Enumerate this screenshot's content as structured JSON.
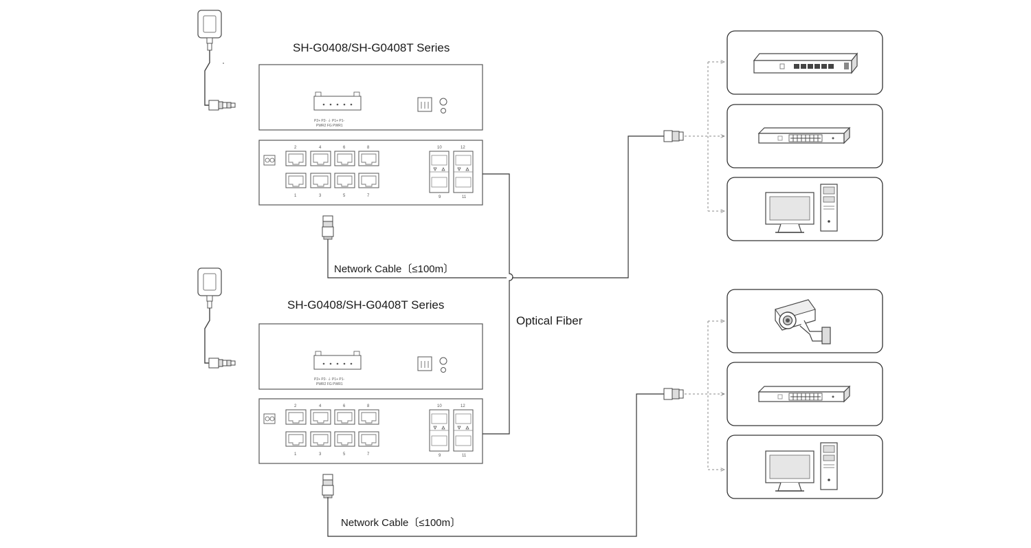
{
  "switches": [
    {
      "title": "SH-G0408/SH-G0408T Series"
    },
    {
      "title": "SH-G0408/SH-G0408T Series"
    }
  ],
  "cables": [
    {
      "label": "Network Cable〔≤100m〕"
    },
    {
      "label": "Network Cable〔≤100m〕"
    }
  ],
  "fiber": {
    "label": "Optical Fiber"
  },
  "panel_marks": {
    "terminal": "P2+ P2-  ⏚  P1+ P1-",
    "terminal_sub": "PWR2  FG  PWR1",
    "port_top": [
      "2",
      "4",
      "6",
      "8"
    ],
    "port_bottom": [
      "1",
      "3",
      "5",
      "7"
    ],
    "sfp_top": [
      "10",
      "12"
    ],
    "sfp_bottom": [
      "9",
      "11"
    ]
  },
  "device_groups": [
    {
      "devices": [
        {
          "icon": "network-switch-icon"
        },
        {
          "icon": "poe-switch-icon"
        },
        {
          "icon": "desktop-computer-icon"
        }
      ]
    },
    {
      "devices": [
        {
          "icon": "cctv-camera-icon"
        },
        {
          "icon": "poe-switch-icon"
        },
        {
          "icon": "desktop-computer-icon"
        }
      ]
    }
  ],
  "colors": {
    "line": "#333333",
    "dashed": "#888888",
    "outline": "#555555",
    "text": "#1a1a1a"
  }
}
